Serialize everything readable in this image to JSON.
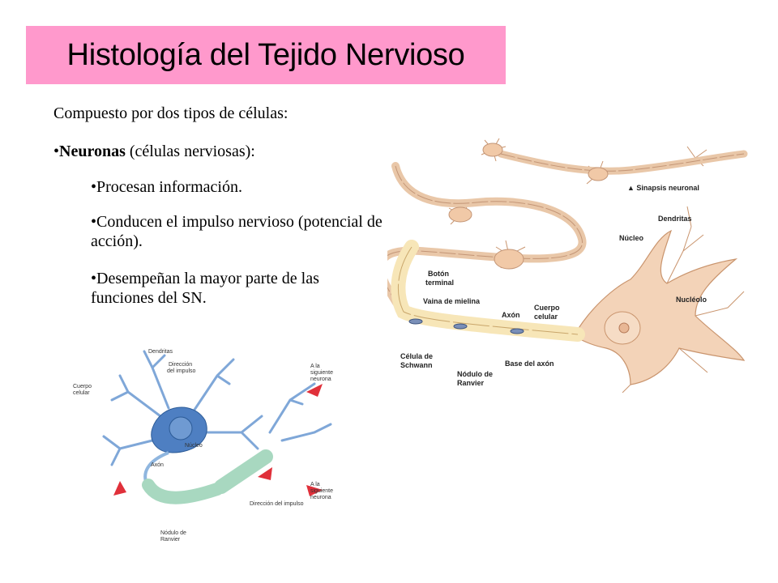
{
  "title": "Histología del Tejido Nervioso",
  "intro": "Compuesto por dos tipos de células:",
  "neuronas": {
    "bullet": "•",
    "bold": "Neuronas",
    "rest": " (células nerviosas):"
  },
  "subitems": [
    "•Procesan información.",
    "•Conducen el impulso nervioso (potencial de acción).",
    "•Desempeñan la mayor parte de las funciones del SN."
  ],
  "figure_right": {
    "sinapsis": "▲ Sinapsis neuronal",
    "dendritas": "Dendritas",
    "nucleo": "Núcleo",
    "boton_1": "Botón",
    "boton_2": "terminal",
    "vaina": "Vaina de mielina",
    "axon": "Axón",
    "cuerpo_1": "Cuerpo",
    "cuerpo_2": "celular",
    "nucleolo": "Nucléolo",
    "celula_1": "Célula de",
    "celula_2": "Schwann",
    "nodulo_1": "Nódulo de",
    "nodulo_2": "Ranvier",
    "base": "Base del axón"
  },
  "figure_left": {
    "dendritas": "Dendritas",
    "direccion_1": "Dirección",
    "direccion_2": "del impulso",
    "cuerpo_1": "Cuerpo",
    "cuerpo_2": "celular",
    "siguiente_a_1": "A la",
    "siguiente_a_2": "siguiente",
    "siguiente_a_3": "neurona",
    "nucleo": "Núcleo",
    "axon": "Axón",
    "siguiente_b_1": "A la",
    "siguiente_b_2": "siguiente",
    "siguiente_b_3": "neurona",
    "dir_impulso": "Dirección del impulso",
    "nodulo_1": "Nódulo de",
    "nodulo_2": "Ranvier"
  },
  "colors": {
    "title_bg": "#ff99cc",
    "neuron_skin": "#f3d3b8",
    "myelin": "#f7e6b8",
    "neuron_blue": "#4e7fc2",
    "myelin_green": "#a8d8c0",
    "arrow_red": "#e0303a"
  }
}
